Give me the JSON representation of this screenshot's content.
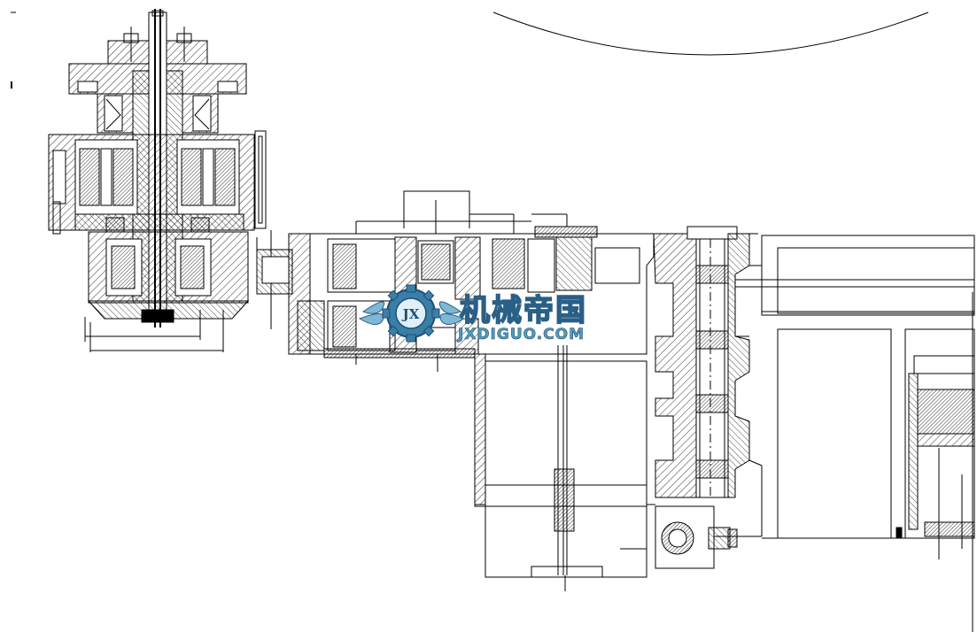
{
  "drawing": {
    "type": "mechanical-cad-section",
    "line_color": "#000000",
    "hatch_color": "#000000",
    "background": "#ffffff"
  },
  "watermark": {
    "monogram": "JX",
    "title_cn": "机械帝国",
    "site": "JXDIGUO.COM",
    "colors": {
      "primary": "#5fa8c8",
      "dark": "#1d4e74",
      "gear": "#3a7fa8"
    }
  }
}
